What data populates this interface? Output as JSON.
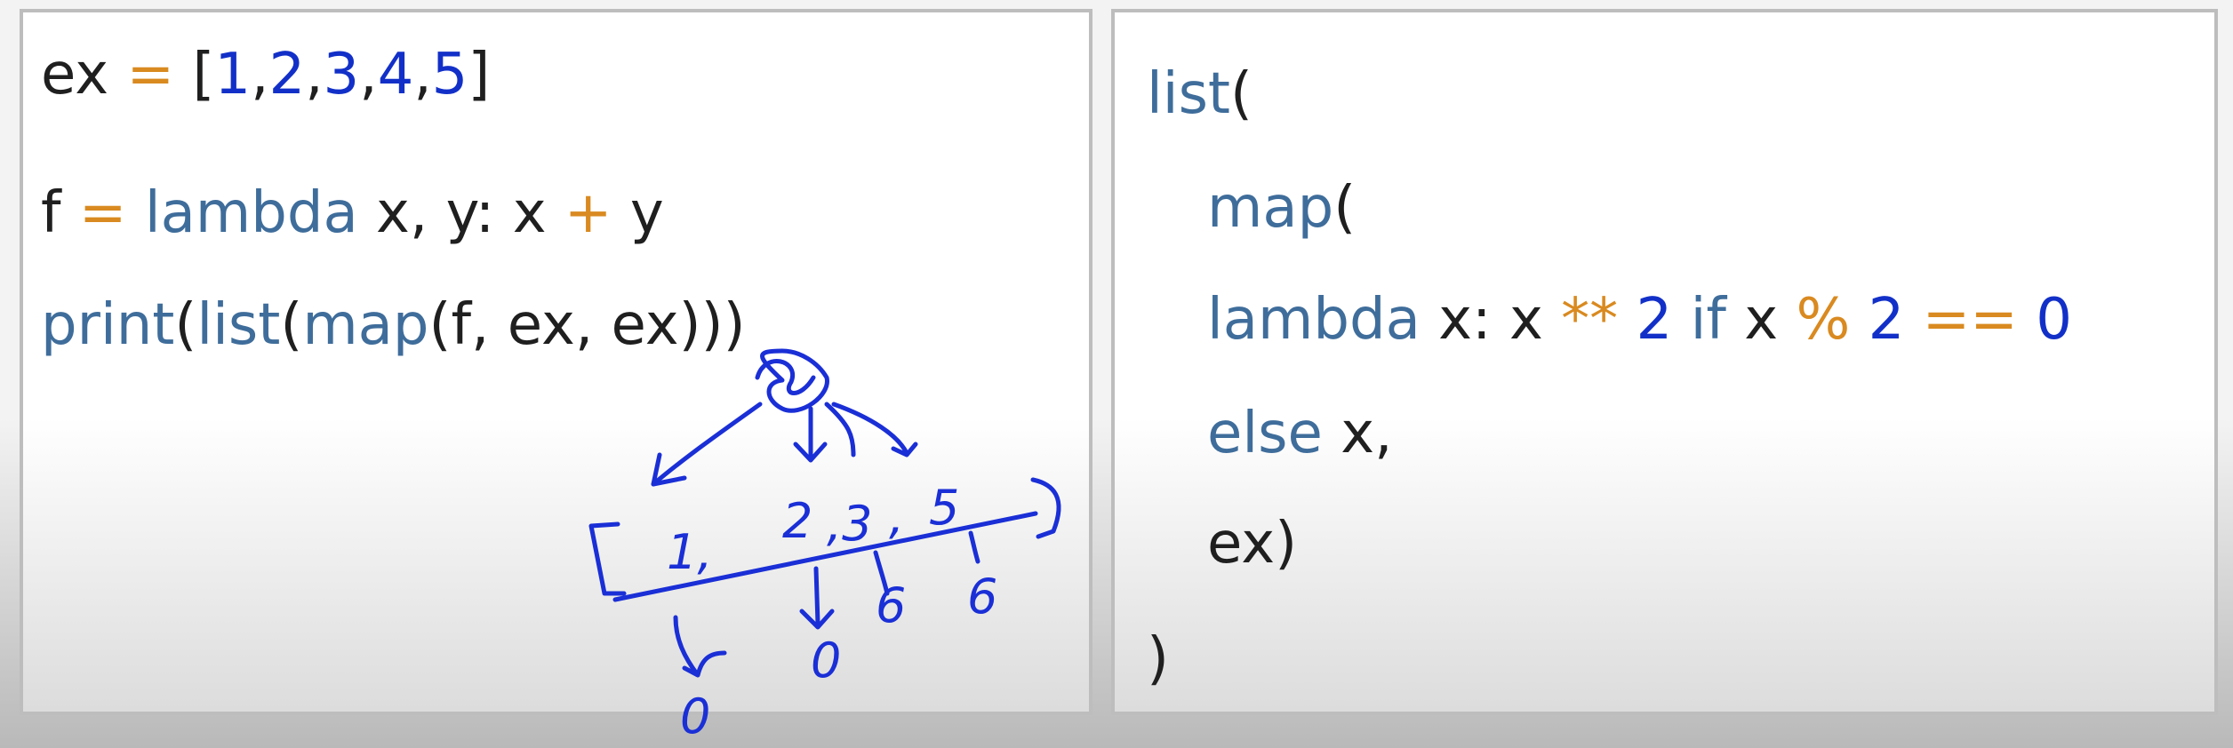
{
  "left_panel": {
    "lines": [
      [
        {
          "t": "ex ",
          "k": "pl"
        },
        {
          "t": "=",
          "k": "op"
        },
        {
          "t": " [",
          "k": "pl"
        },
        {
          "t": "1",
          "k": "num"
        },
        {
          "t": ",",
          "k": "pl"
        },
        {
          "t": "2",
          "k": "num"
        },
        {
          "t": ",",
          "k": "pl"
        },
        {
          "t": "3",
          "k": "num"
        },
        {
          "t": ",",
          "k": "pl"
        },
        {
          "t": "4",
          "k": "num"
        },
        {
          "t": ",",
          "k": "pl"
        },
        {
          "t": "5",
          "k": "num"
        },
        {
          "t": "]",
          "k": "pl"
        }
      ],
      [
        {
          "t": "f ",
          "k": "pl"
        },
        {
          "t": "=",
          "k": "op"
        },
        {
          "t": " ",
          "k": "pl"
        },
        {
          "t": "lambda",
          "k": "kw"
        },
        {
          "t": " x, y: x ",
          "k": "pl"
        },
        {
          "t": "+",
          "k": "op"
        },
        {
          "t": " y",
          "k": "pl"
        }
      ],
      [
        {
          "t": "print",
          "k": "kw"
        },
        {
          "t": "(",
          "k": "pl"
        },
        {
          "t": "list",
          "k": "kw"
        },
        {
          "t": "(",
          "k": "pl"
        },
        {
          "t": "map",
          "k": "kw"
        },
        {
          "t": "(f, ex, ex)))",
          "k": "pl"
        }
      ]
    ]
  },
  "right_panel": {
    "lines": [
      [
        {
          "t": "list",
          "k": "kw"
        },
        {
          "t": "(",
          "k": "pl"
        }
      ],
      [
        {
          "t": "map",
          "k": "kw"
        },
        {
          "t": "(",
          "k": "pl"
        }
      ],
      [
        {
          "t": "lambda",
          "k": "kw"
        },
        {
          "t": " x: x ",
          "k": "pl"
        },
        {
          "t": "**",
          "k": "op"
        },
        {
          "t": " ",
          "k": "pl"
        },
        {
          "t": "2",
          "k": "num"
        },
        {
          "t": " ",
          "k": "pl"
        },
        {
          "t": "if",
          "k": "kw"
        },
        {
          "t": " x ",
          "k": "pl"
        },
        {
          "t": "%",
          "k": "op"
        },
        {
          "t": " ",
          "k": "pl"
        },
        {
          "t": "2",
          "k": "num"
        },
        {
          "t": " ",
          "k": "pl"
        },
        {
          "t": "==",
          "k": "op"
        },
        {
          "t": " ",
          "k": "pl"
        },
        {
          "t": "0",
          "k": "num"
        }
      ],
      [
        {
          "t": "else",
          "k": "kw"
        },
        {
          "t": " x,",
          "k": "pl"
        }
      ],
      [
        {
          "t": "ex)",
          "k": "pl"
        }
      ],
      [
        {
          "t": ")",
          "k": "pl"
        }
      ]
    ]
  },
  "annotation": {
    "list_values": [
      "1,",
      "2",
      ",3",
      ",",
      "5"
    ],
    "result_values": [
      "0",
      "6",
      "6"
    ]
  },
  "colors": {
    "keyword": "#3f6d9b",
    "operator": "#d98a20",
    "number": "#1230c8",
    "plain": "#1f1f1f",
    "ink": "#1a2fd6"
  }
}
